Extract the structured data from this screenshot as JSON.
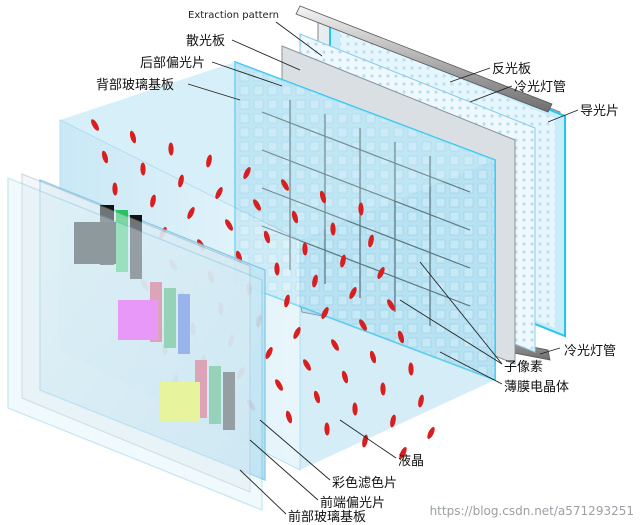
{
  "labels": {
    "extraction_pattern": "Extraction pattern",
    "diffuser": "散光板",
    "rear_polarizer": "后部偏光片",
    "rear_glass_substrate": "背部玻璃基板",
    "reflector": "反光板",
    "ccfl_top": "冷光灯管",
    "light_guide": "导光片",
    "ccfl_bottom": "冷光灯管",
    "subpixel": "子像素",
    "tft": "薄膜电晶体",
    "liquid_crystal": "液晶",
    "color_filter": "彩色滤色片",
    "front_polarizer": "前端偏光片",
    "front_glass_substrate": "前部玻璃基板"
  },
  "watermark": "https://blog.csdn.net/a571293251",
  "colors": {
    "glass": "#cfe9f5",
    "glass_edge": "#7fc6e6",
    "lc_red": "#d81e1e",
    "cyan": "#27c4f0",
    "swatch_black": "#000000",
    "swatch_magenta": "#ff00ff",
    "swatch_yellow": "#ffff00"
  }
}
